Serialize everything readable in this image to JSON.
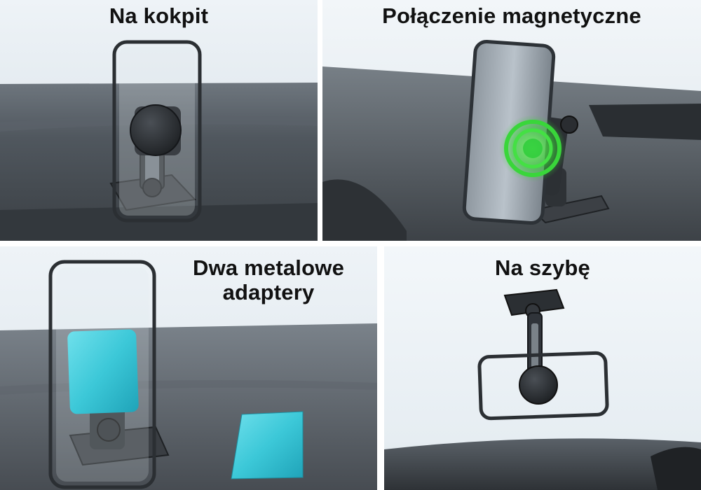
{
  "panels": [
    {
      "caption": "Na kokpit"
    },
    {
      "caption": "Połączenie magnetyczne"
    },
    {
      "caption_line1": "Dwa metalowe",
      "caption_line2": "adaptery"
    },
    {
      "caption": "Na szybę"
    }
  ],
  "colors": {
    "sky": "#e3ecf2",
    "dash_dark": "#4b5157",
    "dash_light": "#8b949c",
    "metal": "#2f3338",
    "glow_green": "#39d63a",
    "adapter_cyan": "#3cc8d8"
  }
}
